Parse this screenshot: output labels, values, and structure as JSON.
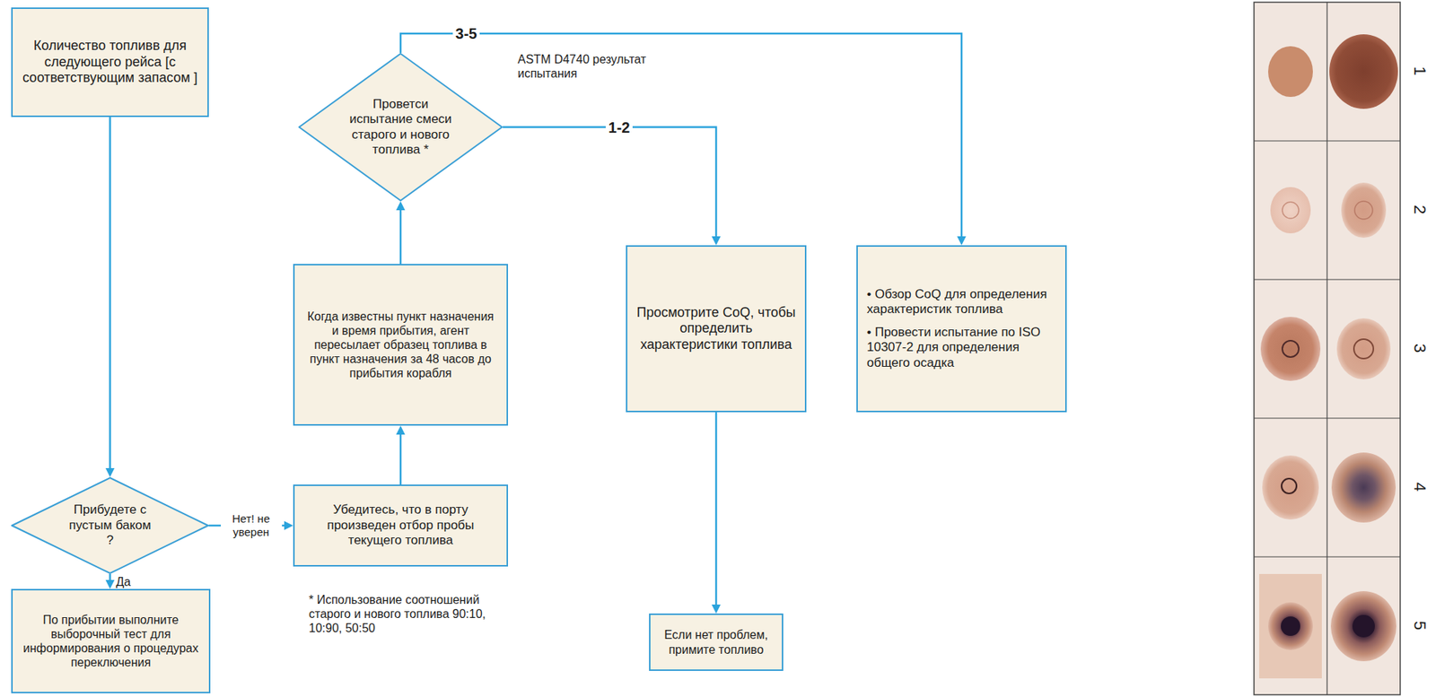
{
  "diagram": {
    "nodes": [
      {
        "text": [
          "Количество топливв для следующего рейса [с соответствующим запасом ]"
        ]
      },
      {
        "text": [
          "Прибудете с пустым баком ?"
        ]
      },
      {
        "text": [
          "По прибытии выполните выборочный тест для информирования о процедурах переключения"
        ]
      },
      {
        "text": [
          "Убедитесь, что в порту произведен отбор пробы текущего топлива"
        ]
      },
      {
        "text": [
          "Когда известны пункт назначения и время прибытия, агент пересылает образец топлива в пункт назначения за 48 часов до прибытия корабля"
        ]
      },
      {
        "text": [
          "Проветси испытание смеси старого и нового топлива *"
        ]
      },
      {
        "text": [
          "Просмотрите CoQ, чтобы определить характеристики топлива"
        ]
      },
      {
        "text": [
          "Если нет проблем, примите топливо"
        ]
      },
      {
        "text": [
          "• Обзор CoQ для определения характеристик топлива",
          "• Провести испытание по ISO 10307-2 для определения общего осадка"
        ]
      }
    ],
    "edges": [
      {
        "from": 0,
        "to": 1,
        "arrow": "to"
      },
      {
        "from": 1,
        "to": 2,
        "label": "Да",
        "arrow": "to"
      },
      {
        "from": 1,
        "to": 3,
        "label": "Нет! не уверен",
        "arrow": "to"
      },
      {
        "from": 3,
        "to": 4,
        "arrow": "to"
      },
      {
        "from": 4,
        "to": 5,
        "arrow": "to"
      },
      {
        "from": 5,
        "to": 8,
        "label": "3-5",
        "arrow": "to"
      },
      {
        "from": 5,
        "to": 6,
        "label": "1-2",
        "arrow": "to"
      },
      {
        "from": 6,
        "to": 7,
        "arrow": "to"
      }
    ],
    "labels": [
      "ASTM D4740 результат испытания",
      "* Использование соотношений старого и нового топлива 90:10, 10:90, 50:50",
      "1",
      "2",
      "3",
      "4",
      "5"
    ]
  }
}
